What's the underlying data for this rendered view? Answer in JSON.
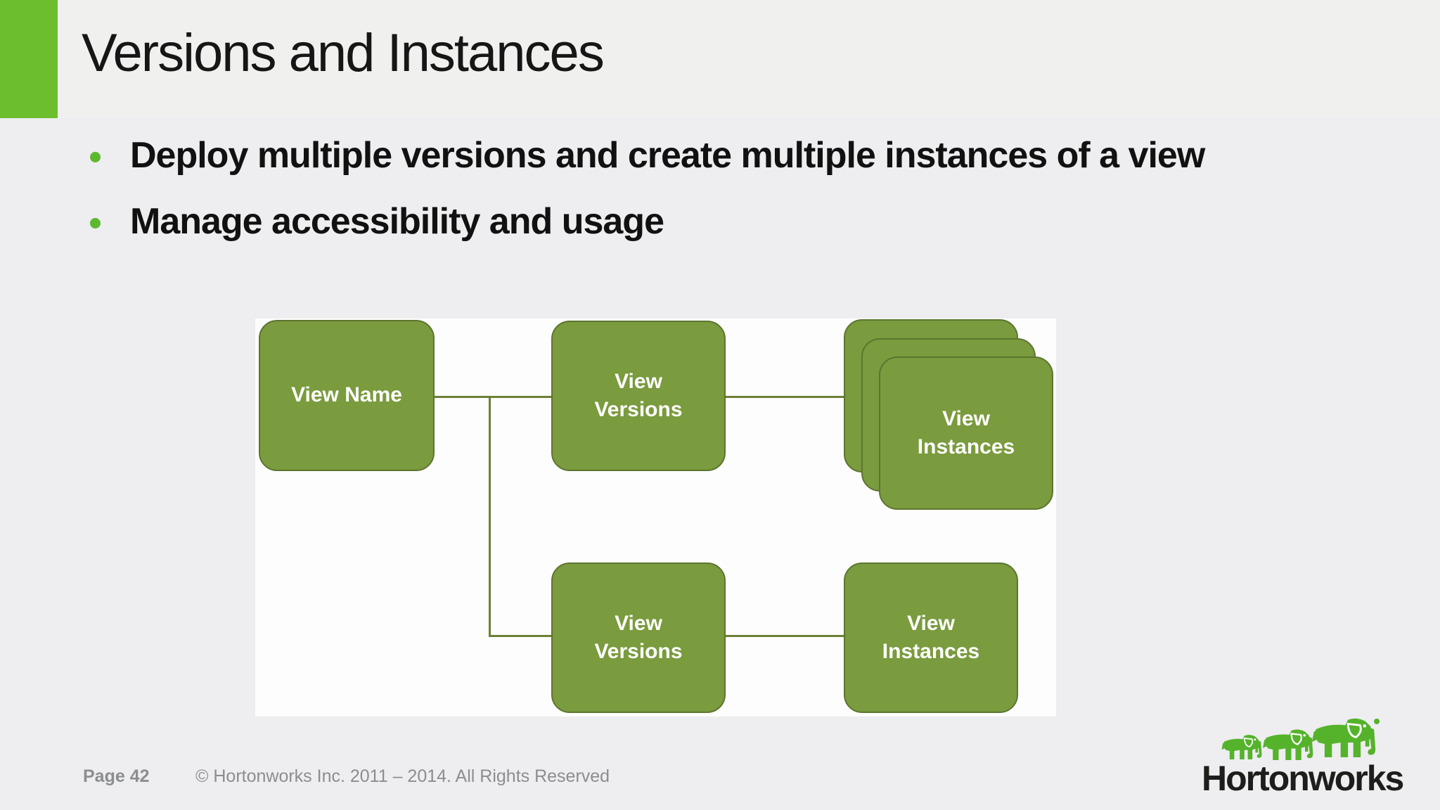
{
  "slide": {
    "title": "Versions and Instances",
    "bullets": [
      "Deploy multiple versions and create multiple instances of a view",
      "Manage accessibility and usage"
    ]
  },
  "diagram": {
    "nodes": {
      "view_name": "View Name",
      "view_versions_top": "View Versions",
      "view_instances_top": "View Instances",
      "view_versions_bottom": "View Versions",
      "view_instances_bottom": "View Instances"
    },
    "view_instances_top_stack_count": 3,
    "connections": [
      "view_name - view_versions_top",
      "view_versions_top - view_instances_top",
      "view_name - view_versions_bottom",
      "view_versions_bottom - view_instances_bottom"
    ]
  },
  "footer": {
    "page_label": "Page 42",
    "copyright": "© Hortonworks Inc. 2011 – 2014. All Rights Reserved"
  },
  "logo": {
    "wordmark": "Hortonworks",
    "icon": "three-elephants-icon"
  },
  "colors": {
    "accent_bar": "#6cbe2d",
    "logo_green": "#54b32b",
    "node_fill": "#7a9b3e",
    "node_border": "#5d752f",
    "connector_line": "#6c8036",
    "bullet_dot": "#5cb92f",
    "slide_background": "#eeedf0",
    "diagram_panel": "#fdfdfd",
    "footer_text": "#8b8e8f",
    "title_text": "#161616"
  }
}
